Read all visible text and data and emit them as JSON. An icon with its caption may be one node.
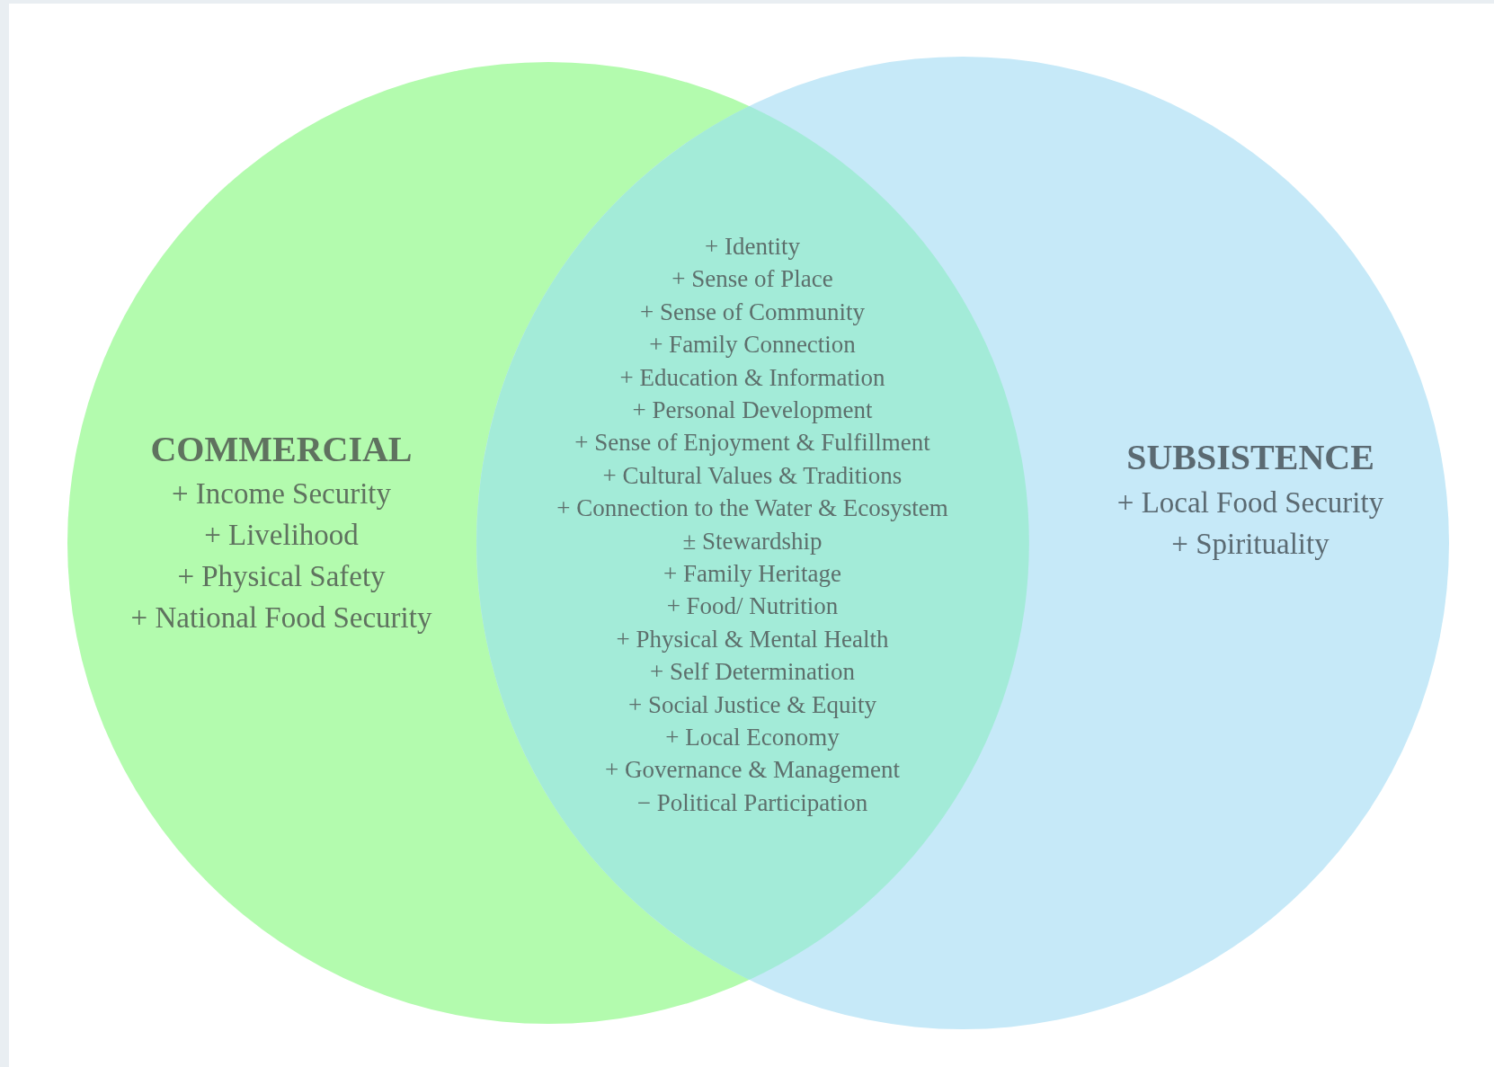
{
  "diagram": {
    "nodes": [
      {
        "text": [
          "COMMERCIAL",
          "+ Income Security",
          "+ Livelihood",
          "+ Physical Safety",
          "+ National Food Security"
        ]
      },
      {
        "text": [
          "SUBSISTENCE",
          "+ Local Food Security",
          "+ Spirituality"
        ]
      },
      {
        "text": [
          "+ Identity",
          "+ Sense of Place",
          "+ Sense of Community",
          "+ Family Connection",
          "+ Education & Information",
          "+ Personal Development",
          "+ Sense of Enjoyment & Fulfillment",
          "+ Cultural Values & Traditions",
          "+ Connection to the Water & Ecosystem",
          "± Stewardship",
          "+ Family Heritage",
          "+ Food/ Nutrition",
          "+ Physical & Mental Health",
          "+ Self Determination",
          "+ Social Justice & Equity",
          "+ Local Economy",
          "+ Governance & Management",
          "− Political Participation"
        ]
      }
    ],
    "edges": []
  }
}
